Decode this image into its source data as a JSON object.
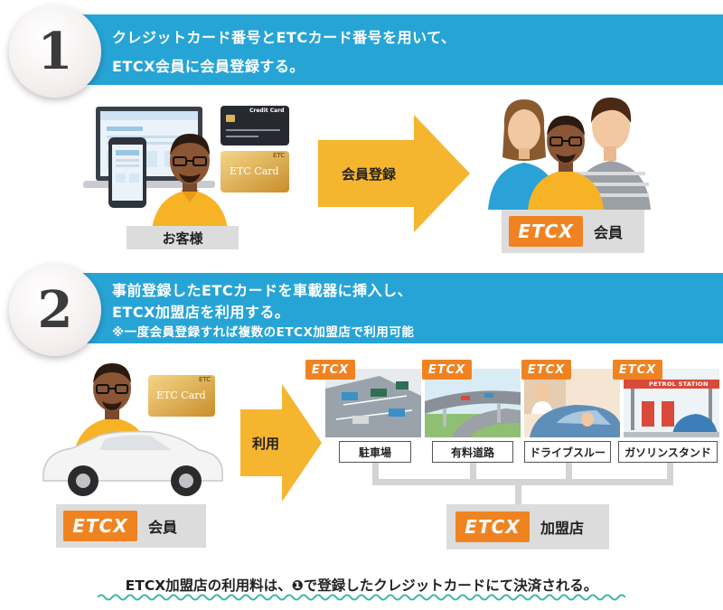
{
  "step1": {
    "number": "1",
    "line1": "クレジットカード番号とETCカード番号を用いて、",
    "line2": "ETCX会員に会員登録する。",
    "customer_label": "お客様",
    "arrow_label": "会員登録",
    "member_label": "会員",
    "credit_card_text": "Credit Card",
    "etc_card_text": "ETC Card",
    "etc_chip_text": "ETC"
  },
  "step2": {
    "number": "2",
    "line1": "事前登録したETCカードを車載器に挿入し、",
    "line2": "ETCX加盟店を利用する。",
    "note": "※一度会員登録すれば複数のETCX加盟店で利用可能",
    "arrow_label": "利用",
    "member_label": "会員",
    "etc_card_text": "ETC Card",
    "etc_chip_text": "ETC",
    "shops": [
      {
        "label": "駐車場"
      },
      {
        "label": "有料道路"
      },
      {
        "label": "ドライブスルー"
      },
      {
        "label": "ガソリンスタンド"
      }
    ],
    "petrol_sign": "PETROL STATION",
    "affiliate_label": "加盟店"
  },
  "logo_text": "ETCX",
  "footer": {
    "prefix": "ETCX加盟店の利用料は、",
    "marker": "❶",
    "suffix": "で登録したクレジットカードにて決済される。"
  },
  "colors": {
    "band": "#27a4d6",
    "accent_orange": "#f08321",
    "arrow_yellow": "#f5b52e",
    "label_gray": "#dcdcdc",
    "wave_green": "#3fb6a8"
  }
}
